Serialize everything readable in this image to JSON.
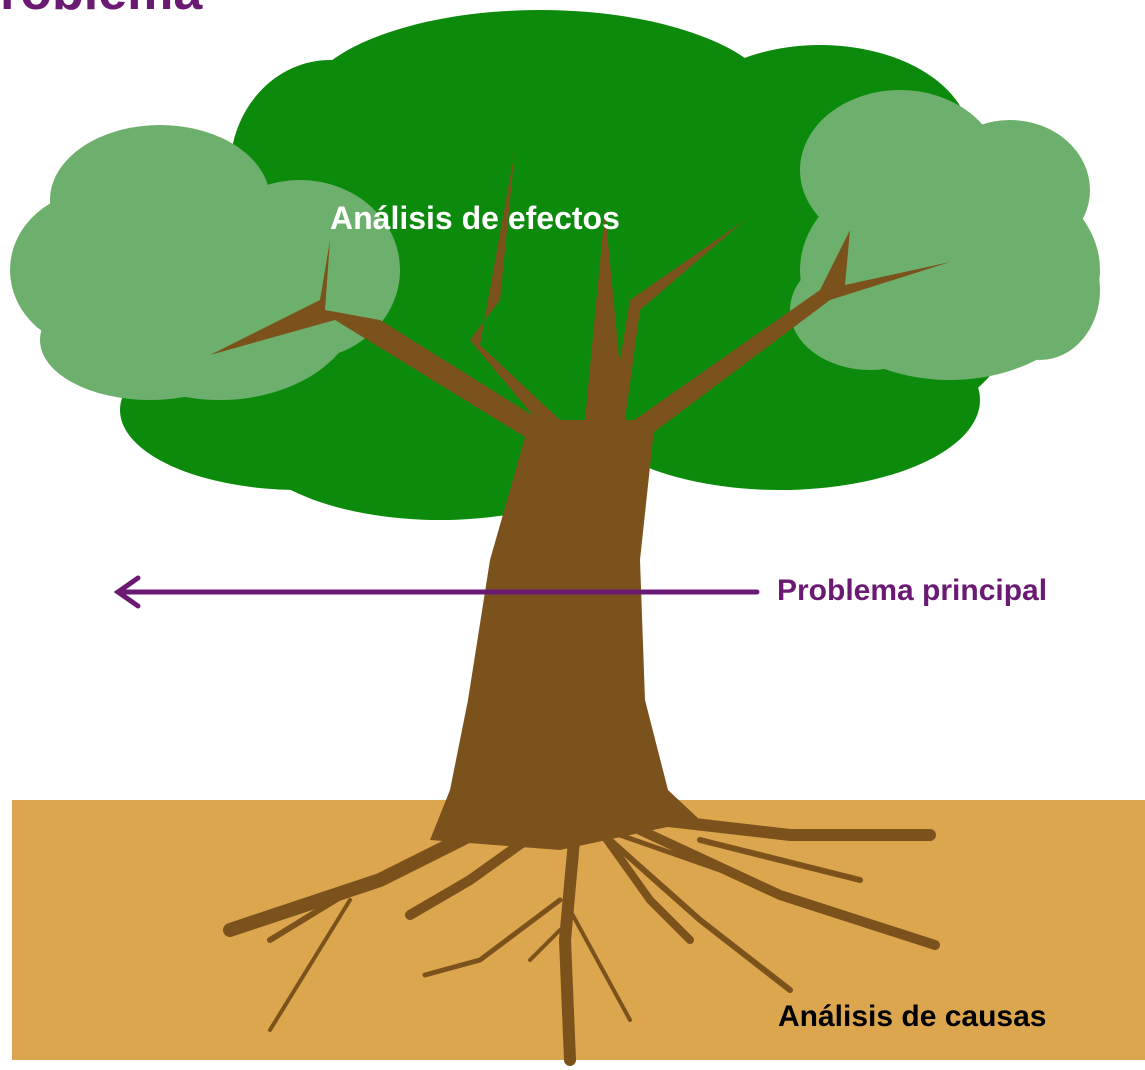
{
  "title": "roblema",
  "labels": {
    "effects": "Análisis de efectos",
    "problem": "Problema principal",
    "causes": "Análisis de causas"
  },
  "colors": {
    "dark_foliage": "#0b8a0b",
    "light_foliage": "#6db06d",
    "trunk": "#7b521b",
    "ground": "#dca64f",
    "arrow": "#6b1a73",
    "title": "#6b1a73"
  }
}
